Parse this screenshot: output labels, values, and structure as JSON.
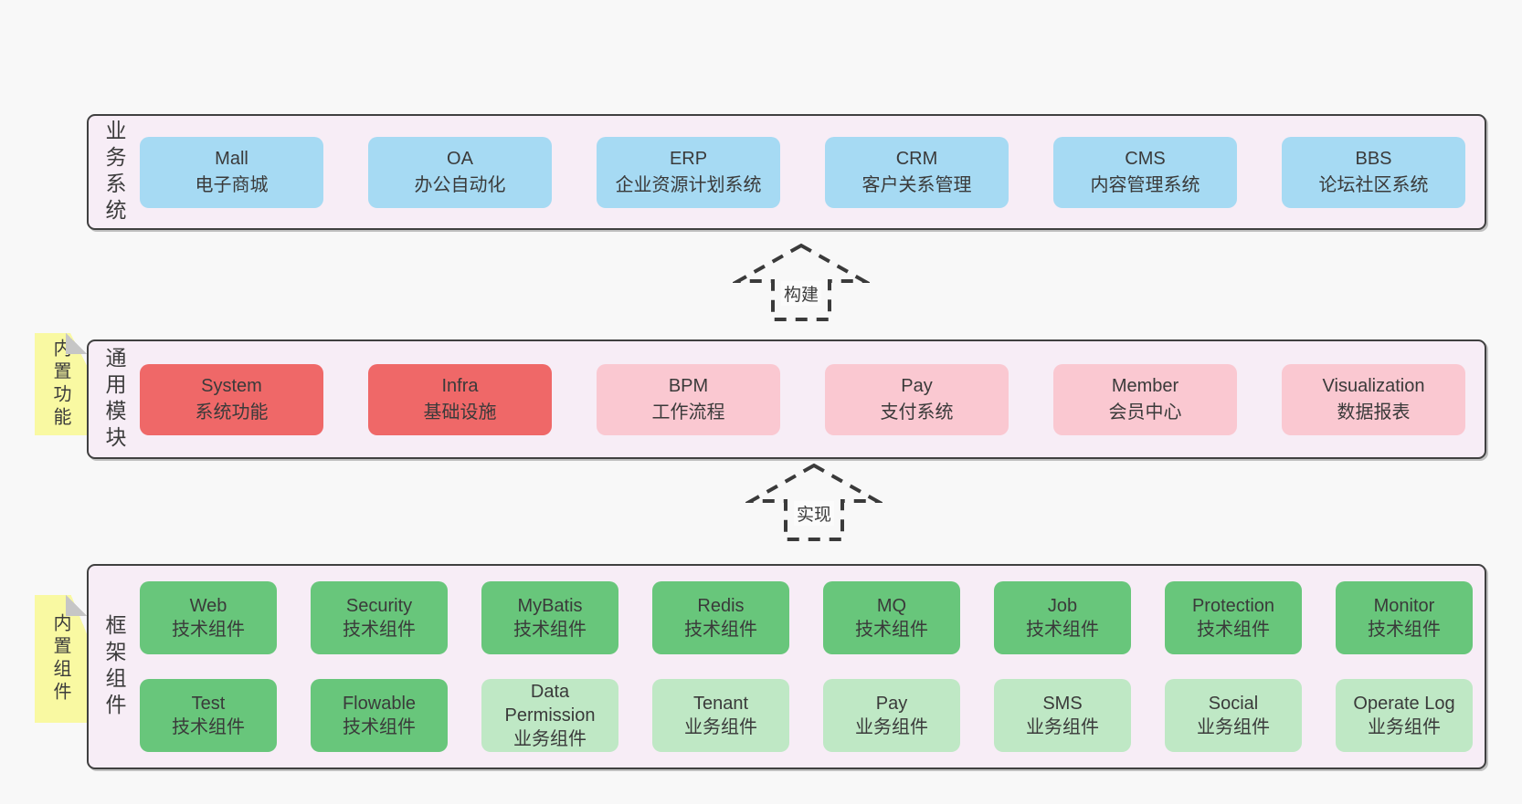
{
  "colors": {
    "page_bg": "#f8f8f8",
    "band_bg": "#f7edf6",
    "band_border": "#404040",
    "blue_box": "#a6daf3",
    "red_box": "#ef6868",
    "pink_box": "#fac8d1",
    "green_box": "#68c67b",
    "light_green_box": "#bfe8c5",
    "sticky_yellow": "#f9f9a2",
    "text": "#3c3c3c"
  },
  "bands": [
    {
      "label": "业务系统",
      "boxes": [
        {
          "en": "Mall",
          "zh": "电子商城"
        },
        {
          "en": "OA",
          "zh": "办公自动化"
        },
        {
          "en": "ERP",
          "zh": "企业资源计划系统"
        },
        {
          "en": "CRM",
          "zh": "客户关系管理"
        },
        {
          "en": "CMS",
          "zh": "内容管理系统"
        },
        {
          "en": "BBS",
          "zh": "论坛社区系统"
        }
      ]
    },
    {
      "label": "通用模块",
      "sticky": "内置功能",
      "boxes": [
        {
          "en": "System",
          "zh": "系统功能"
        },
        {
          "en": "Infra",
          "zh": "基础设施"
        },
        {
          "en": "BPM",
          "zh": "工作流程"
        },
        {
          "en": "Pay",
          "zh": "支付系统"
        },
        {
          "en": "Member",
          "zh": "会员中心"
        },
        {
          "en": "Visualization",
          "zh": "数据报表"
        }
      ]
    },
    {
      "label": "框架组件",
      "sticky": "内置组件",
      "rows": [
        [
          {
            "en": "Web",
            "zh": "技术组件"
          },
          {
            "en": "Security",
            "zh": "技术组件"
          },
          {
            "en": "MyBatis",
            "zh": "技术组件"
          },
          {
            "en": "Redis",
            "zh": "技术组件"
          },
          {
            "en": "MQ",
            "zh": "技术组件"
          },
          {
            "en": "Job",
            "zh": "技术组件"
          },
          {
            "en": "Protection",
            "zh": "技术组件"
          },
          {
            "en": "Monitor",
            "zh": "技术组件"
          }
        ],
        [
          {
            "en": "Test",
            "zh": "技术组件"
          },
          {
            "en": "Flowable",
            "zh": "技术组件"
          },
          {
            "en": "Data Permission",
            "zh": "业务组件"
          },
          {
            "en": "Tenant",
            "zh": "业务组件"
          },
          {
            "en": "Pay",
            "zh": "业务组件"
          },
          {
            "en": "SMS",
            "zh": "业务组件"
          },
          {
            "en": "Social",
            "zh": "业务组件"
          },
          {
            "en": "Operate Log",
            "zh": "业务组件"
          }
        ]
      ]
    }
  ],
  "arrows": [
    {
      "label": "构建"
    },
    {
      "label": "实现"
    }
  ]
}
